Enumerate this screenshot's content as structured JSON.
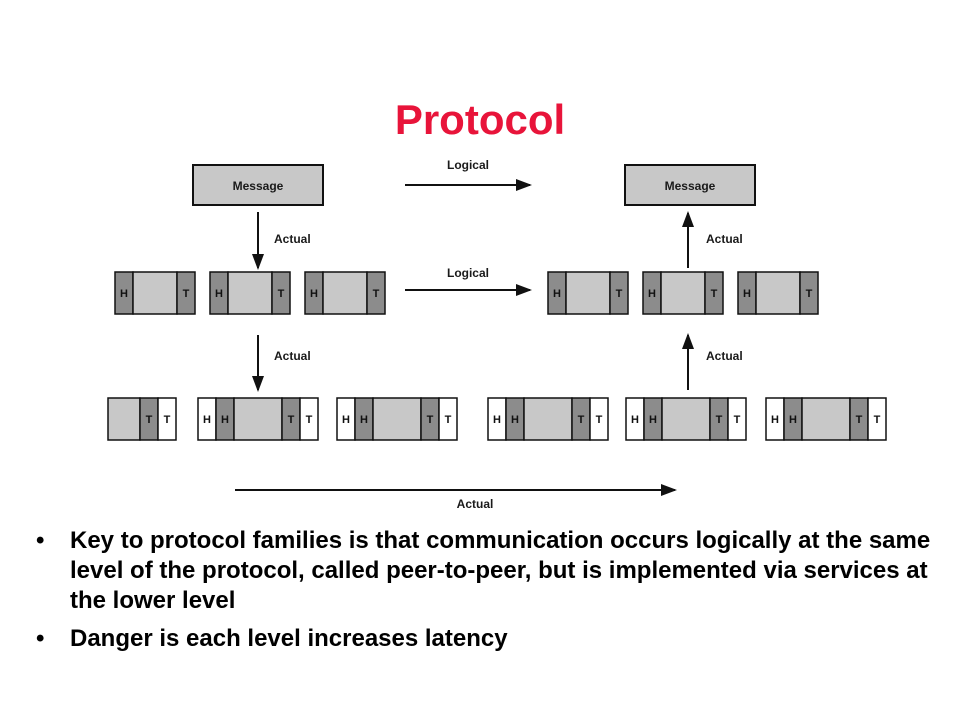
{
  "slide": {
    "title": "Protocol",
    "title_color": "#e8143a"
  },
  "diagram": {
    "message_label": "Message",
    "logical_label": "Logical",
    "actual_label": "Actual",
    "header_letter": "H",
    "trailer_letter": "T",
    "box_fill": "#c8c8c8",
    "dark_fill": "#8c8c8c"
  },
  "bullets": [
    "Key to protocol families is that communication occurs logically at the same level of the protocol, called peer-to-peer, but is implemented via services at the lower level",
    "Danger is each level increases latency"
  ],
  "bullet_symbol": "•"
}
